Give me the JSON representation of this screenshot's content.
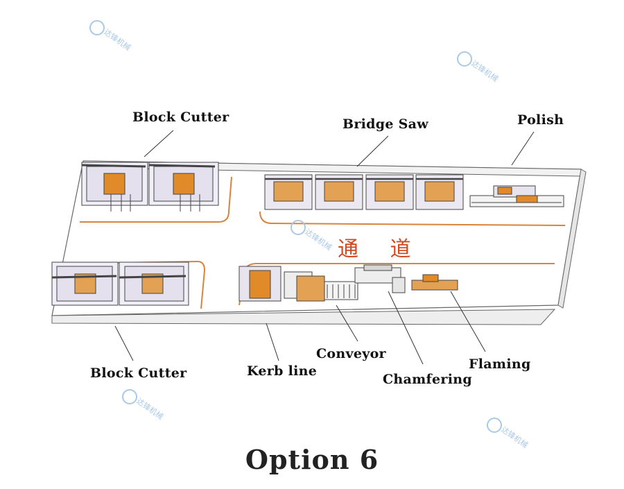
{
  "title": "Option 6",
  "channel_label": "通  道",
  "watermark_text": "达锋机械",
  "labels": {
    "block_cutter_top": "Block Cutter",
    "bridge_saw": "Bridge Saw",
    "polish": "Polish",
    "block_cutter_bottom": "Block Cutter",
    "kerb_line": "Kerb line",
    "conveyor": "Conveyor",
    "chamfering": "Chamfering",
    "flaming": "Flaming"
  },
  "colors": {
    "path_line": "#d8843a",
    "channel_text": "#d2491f",
    "outline": "#555555",
    "machine_accent": "#e08a2a",
    "watermark": "#a9c9e6"
  }
}
